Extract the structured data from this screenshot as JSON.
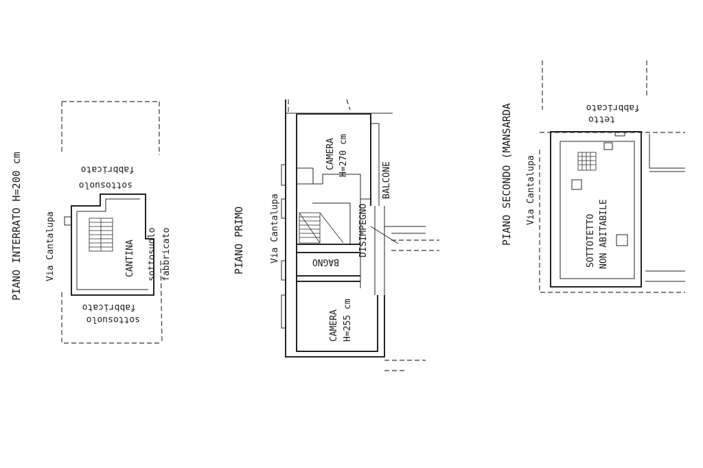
{
  "plans": {
    "interrato": {
      "title": "PIANO INTERRATO H=200 cm",
      "street": "Via Cantalupa",
      "room": "CANTINA",
      "label_top_1": "sottosuolo",
      "label_top_2": "fabbricato",
      "label_right_1": "sottosuolo",
      "label_right_2": "fabbricato",
      "label_bottom_1": "sottosuolo",
      "label_bottom_2": "fabbricato"
    },
    "primo": {
      "title": "PIANO PRIMO",
      "street": "Via Cantalupa",
      "camera_top": "CAMERA",
      "camera_top_h": "H=270 cm",
      "balcone": "BALCONE",
      "disimpegno": "DISIMPEGNO",
      "bagno": "BAGNO",
      "camera_bottom": "CAMERA",
      "camera_bottom_h": "H=255 cm"
    },
    "secondo": {
      "title": "PIANO SECONDO (MANSARDA",
      "street": "Via Cantalupa",
      "roof_1": "tetto",
      "roof_2": "fabbricato",
      "room_1": "SOTTOTETTO",
      "room_2": "NON ABITABILE"
    }
  }
}
